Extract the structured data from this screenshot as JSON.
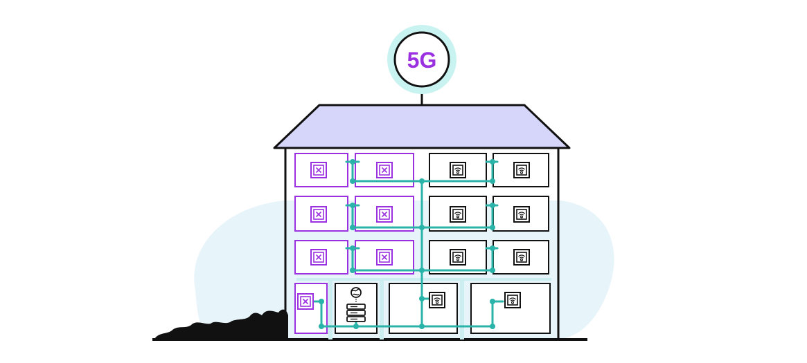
{
  "badge": {
    "label": "5G"
  },
  "colors": {
    "purple": "#9b30e0",
    "teal": "#2ab3a8",
    "roof": "#d6d6fb",
    "cloud": "#e7f4fa",
    "glow": "#c9f3f1",
    "outline": "#111111"
  },
  "icons": {
    "blocked": "blocked-device-icon",
    "wifi": "wifi-access-point-icon",
    "server": "server-rack-icon",
    "globe": "globe-icon"
  },
  "floors": [
    {
      "rooms": [
        "blocked",
        "blocked",
        "wifi",
        "wifi"
      ]
    },
    {
      "rooms": [
        "blocked",
        "blocked",
        "wifi",
        "wifi"
      ]
    },
    {
      "rooms": [
        "blocked",
        "blocked",
        "wifi",
        "wifi"
      ]
    },
    {
      "rooms": [
        "blocked",
        "server",
        "wifi",
        "wifi"
      ]
    }
  ]
}
